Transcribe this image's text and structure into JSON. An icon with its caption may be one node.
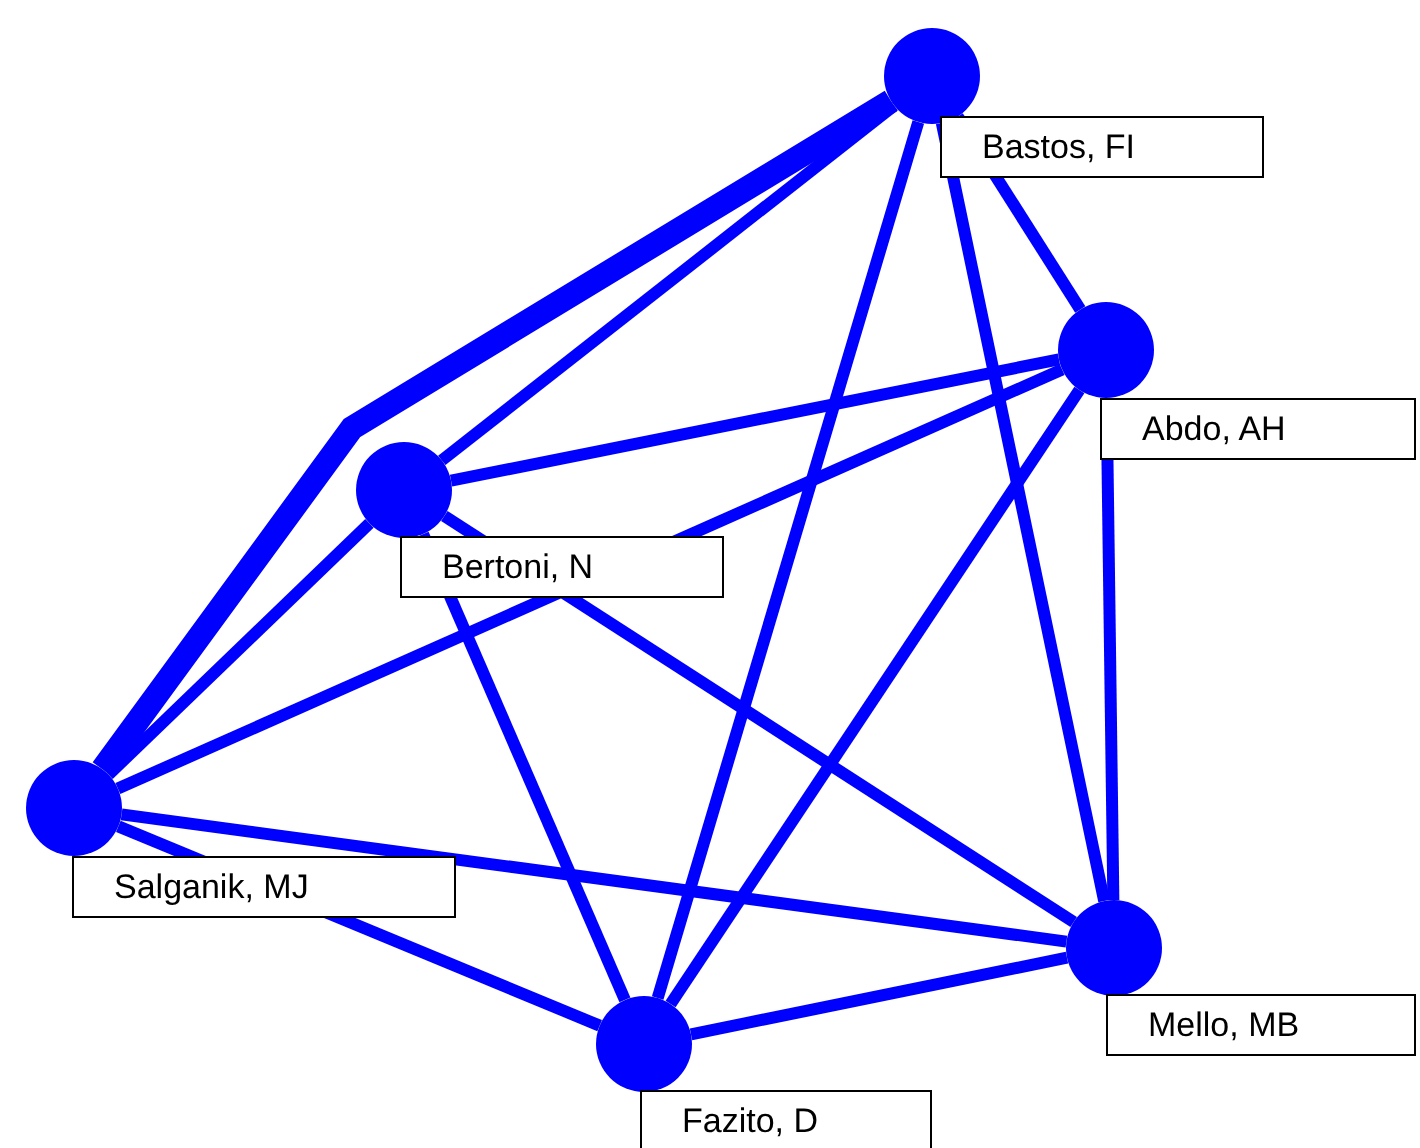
{
  "diagram": {
    "nodes": [
      {
        "text": [],
        "shape": "circle",
        "beside": [
          "Bastos, FI"
        ]
      },
      {
        "text": [],
        "shape": "circle",
        "beside": [
          "Abdo, AH"
        ]
      },
      {
        "text": [],
        "shape": "circle",
        "beside": [
          "Bertoni, N"
        ]
      },
      {
        "text": [],
        "shape": "circle",
        "beside": [
          "Salganik, MJ"
        ]
      },
      {
        "text": [],
        "shape": "circle",
        "beside": [
          "Mello, MB"
        ]
      },
      {
        "text": [],
        "shape": "circle",
        "beside": [
          "Fazito, D"
        ]
      }
    ],
    "edges": [
      {
        "from": 0,
        "to": 1,
        "arrow": "none"
      },
      {
        "from": 0,
        "to": 2,
        "arrow": "none"
      },
      {
        "from": 0,
        "to": 3,
        "arrow": "none",
        "style": "thick"
      },
      {
        "from": 0,
        "to": 4,
        "arrow": "none"
      },
      {
        "from": 0,
        "to": 5,
        "arrow": "none"
      },
      {
        "from": 1,
        "to": 2,
        "arrow": "none"
      },
      {
        "from": 1,
        "to": 3,
        "arrow": "none"
      },
      {
        "from": 1,
        "to": 4,
        "arrow": "none"
      },
      {
        "from": 1,
        "to": 5,
        "arrow": "none"
      },
      {
        "from": 2,
        "to": 3,
        "arrow": "none"
      },
      {
        "from": 2,
        "to": 4,
        "arrow": "none"
      },
      {
        "from": 2,
        "to": 5,
        "arrow": "none"
      },
      {
        "from": 3,
        "to": 4,
        "arrow": "none"
      },
      {
        "from": 3,
        "to": 5,
        "arrow": "none"
      },
      {
        "from": 4,
        "to": 5,
        "arrow": "none"
      }
    ]
  }
}
